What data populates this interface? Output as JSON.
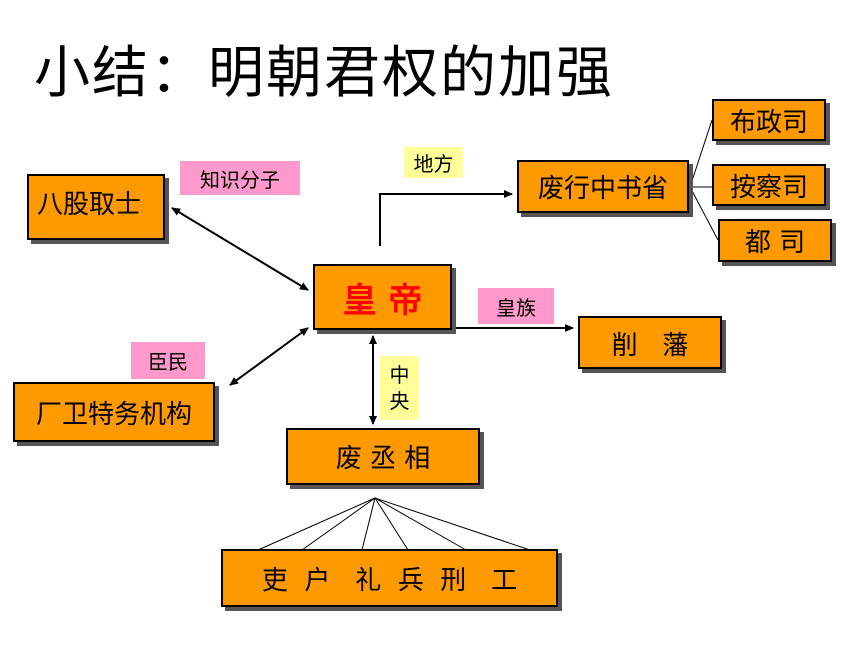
{
  "title": "小结：明朝君权的加强",
  "colors": {
    "box_fill": "#ff9900",
    "emperor_text": "#ff0000",
    "tag_pink": "#ff99cc",
    "tag_yellow": "#ffff99"
  },
  "nodes": {
    "emperor": "皇 帝",
    "bagu": "八股取士",
    "changwei": "厂卫特务机构",
    "feichengxiang": "废 丞 相",
    "sixbu": "吏  户   礼  兵  刑   工",
    "feixingzhong": "废行中书省",
    "buzheng": "布政司",
    "ancha": "按察司",
    "dusi": "都 司",
    "xuefan": "削   藩"
  },
  "tags": {
    "zhishi": "知识分子",
    "chenmin": "臣民",
    "difang": "地方",
    "huangzu": "皇族",
    "zhongyang": "中\n央"
  }
}
